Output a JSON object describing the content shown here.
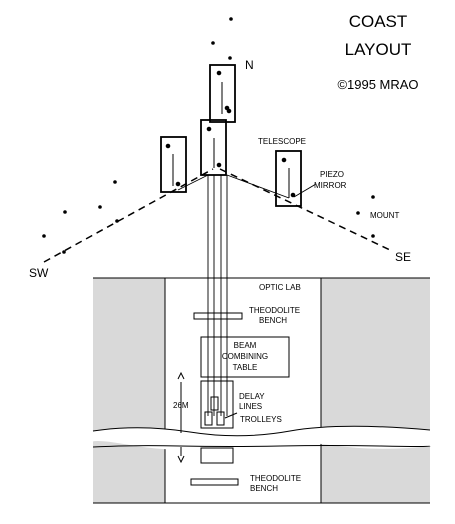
{
  "title": {
    "line1": "COAST",
    "line2": "LAYOUT",
    "copyright": "©1995 MRAO"
  },
  "arms": {
    "north": "N",
    "southwest": "SW",
    "southeast": "SE"
  },
  "callouts": {
    "telescope": "TELESCOPE",
    "piezo_line1": "PIEZO",
    "piezo_line2": "MIRROR",
    "mount": "MOUNT"
  },
  "lab": {
    "optic_lab": "OPTIC LAB",
    "theodolite_top_line1": "THEODOLITE",
    "theodolite_top_line2": "BENCH",
    "beam_line1": "BEAM",
    "beam_line2": "COMBINING",
    "beam_line3": "TABLE",
    "length": "26M",
    "delay_line1": "DELAY",
    "delay_line2": "LINES",
    "trolleys": "TROLLEYS",
    "theodolite_bottom_line1": "THEODOLITE",
    "theodolite_bottom_line2": "BENCH"
  },
  "colors": {
    "ground": "#d9d9d9",
    "line": "#000000",
    "background": "#ffffff"
  }
}
